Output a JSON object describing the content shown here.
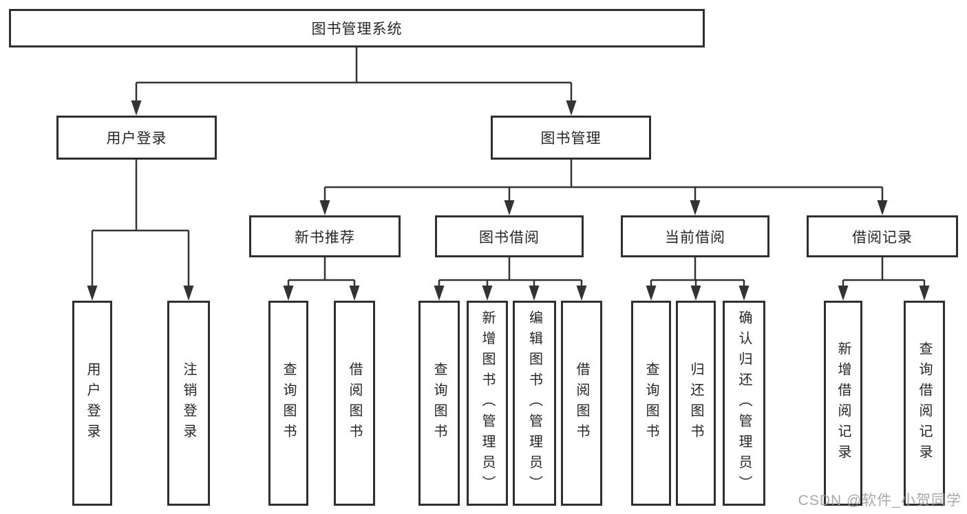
{
  "nodes": {
    "root": {
      "label": "图书管理系统"
    },
    "user_login": {
      "label": "用户登录"
    },
    "book_management": {
      "label": "图书管理"
    },
    "new_book_recommend": {
      "label": "新书推荐"
    },
    "book_borrow": {
      "label": "图书借阅"
    },
    "current_borrow": {
      "label": "当前借阅"
    },
    "borrow_records": {
      "label": "借阅记录"
    },
    "leaf_user_login": {
      "label": "用户登录"
    },
    "leaf_logout": {
      "label": "注销登录"
    },
    "leaf_nbr_query": {
      "label": "查询图书"
    },
    "leaf_nbr_borrow": {
      "label": "借阅图书"
    },
    "leaf_bb_query": {
      "label": "查询图书"
    },
    "leaf_bb_add": {
      "label": "新增图书（管理员）"
    },
    "leaf_bb_edit": {
      "label": "编辑图书（管理员）"
    },
    "leaf_bb_borrow": {
      "label": "借阅图书"
    },
    "leaf_cb_query": {
      "label": "查询图书"
    },
    "leaf_cb_return": {
      "label": "归还图书"
    },
    "leaf_cb_confirm": {
      "label": "确认归还（管理员）"
    },
    "leaf_br_add": {
      "label": "新增借阅记录"
    },
    "leaf_br_query": {
      "label": "查询借阅记录"
    }
  },
  "watermark": {
    "text": "CSDN @软件_小贺同学"
  },
  "colors": {
    "line": "#333333",
    "border": "#2f2f2f",
    "text": "#262626",
    "watermark": "#9e9e9e",
    "background": "#ffffff"
  }
}
